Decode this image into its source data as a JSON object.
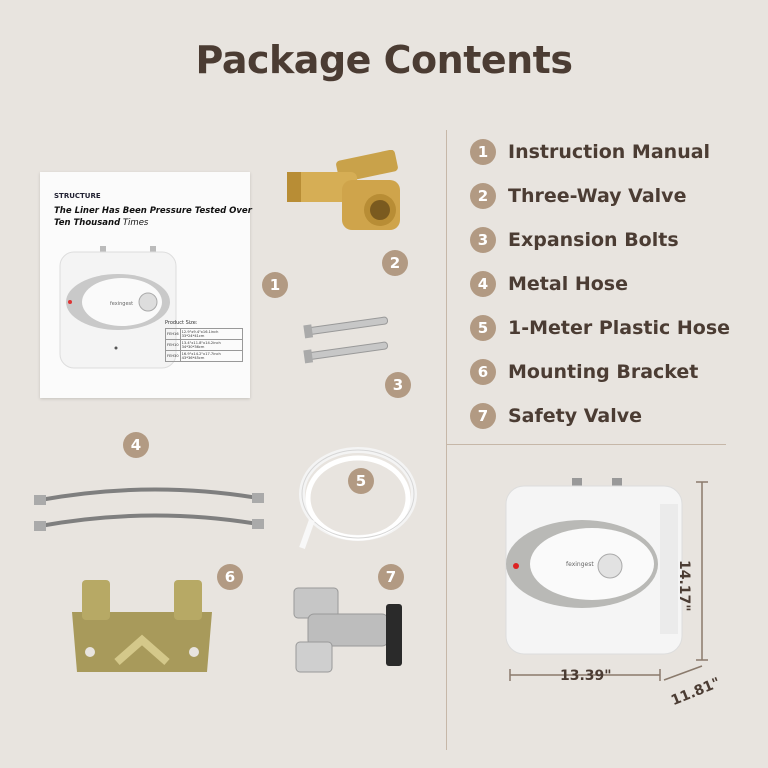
{
  "title": "Package Contents",
  "items": [
    {
      "num": "1",
      "label": "Instruction Manual"
    },
    {
      "num": "2",
      "label": "Three-Way Valve"
    },
    {
      "num": "3",
      "label": "Expansion Bolts"
    },
    {
      "num": "4",
      "label": "Metal Hose"
    },
    {
      "num": "5",
      "label": "1-Meter Plastic Hose"
    },
    {
      "num": "6",
      "label": "Mounting Bracket"
    },
    {
      "num": "7",
      "label": "Safety Valve"
    }
  ],
  "manual": {
    "heading": "STRUCTURE",
    "line1": "The Liner Has Been Pressure Tested Over",
    "line2_bold": "Ten Thousand",
    "line2_rest": " Times",
    "brand": "fexingest",
    "product_size_label": "Product Size:",
    "size_rows": [
      {
        "model": "FEH16",
        "size": "12.9\"x9.4\"x16.1inch 33*24*41cm"
      },
      {
        "model": "FEH10",
        "size": "13.4\"x11.8\"x14.2inch 34*30*36cm"
      },
      {
        "model": "FEH30",
        "size": "16.9\"x14.2\"x17.7inch 43*36*45cm"
      }
    ]
  },
  "heater": {
    "brand": "fexingest",
    "height": "14.17\"",
    "width": "13.39\"",
    "depth": "11.81\""
  },
  "colors": {
    "background": "#e8e4df",
    "accent": "#b29a83",
    "text": "#4b3c33"
  }
}
